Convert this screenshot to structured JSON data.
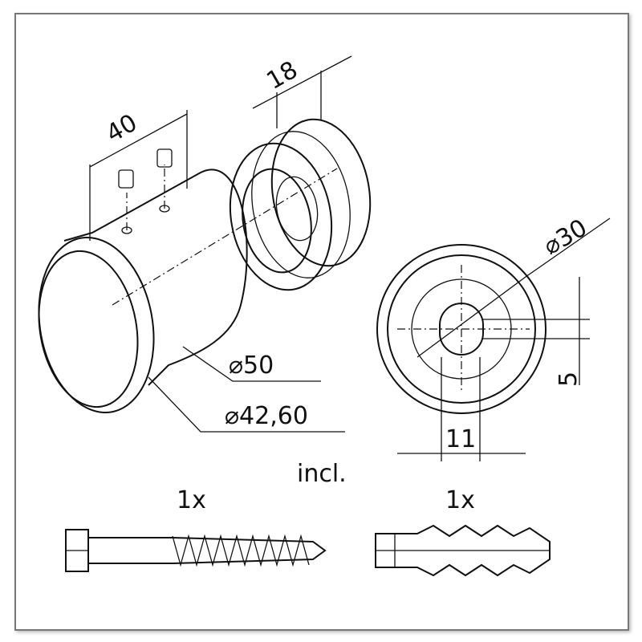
{
  "dimensions": {
    "length_40": "40",
    "length_18": "18",
    "diameter_50": "⌀50",
    "diameter_42_60": "⌀42,60",
    "diameter_30": "⌀30",
    "slot_width_5": "5",
    "slot_length_11": "11"
  },
  "included": {
    "label": "incl.",
    "screw_qty": "1x",
    "dowel_qty": "1x"
  }
}
